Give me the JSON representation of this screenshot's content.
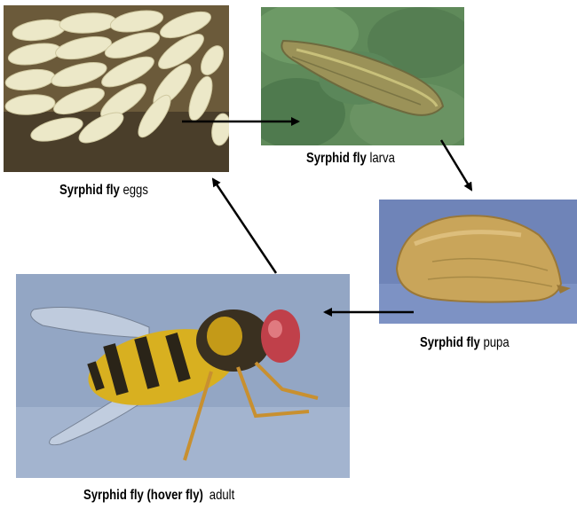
{
  "stages": {
    "eggs": {
      "name": "Syrphid fly",
      "stage": "eggs"
    },
    "larva": {
      "name": "Syrphid fly",
      "stage": "larva"
    },
    "pupa": {
      "name": "Syrphid fly",
      "stage": "pupa"
    },
    "adult": {
      "name": "Syrphid fly (hover fly)",
      "stage": "adult"
    }
  },
  "colors": {
    "egg": "#ece8c8",
    "larva_bg": "#5f8a5a",
    "pupa_bg": "#6f84b8",
    "pupa": "#c9a55a",
    "adult_bg": "#93a6c4",
    "fly_yellow": "#d8b020",
    "fly_dark": "#2a2418",
    "arrow": "#000000"
  }
}
